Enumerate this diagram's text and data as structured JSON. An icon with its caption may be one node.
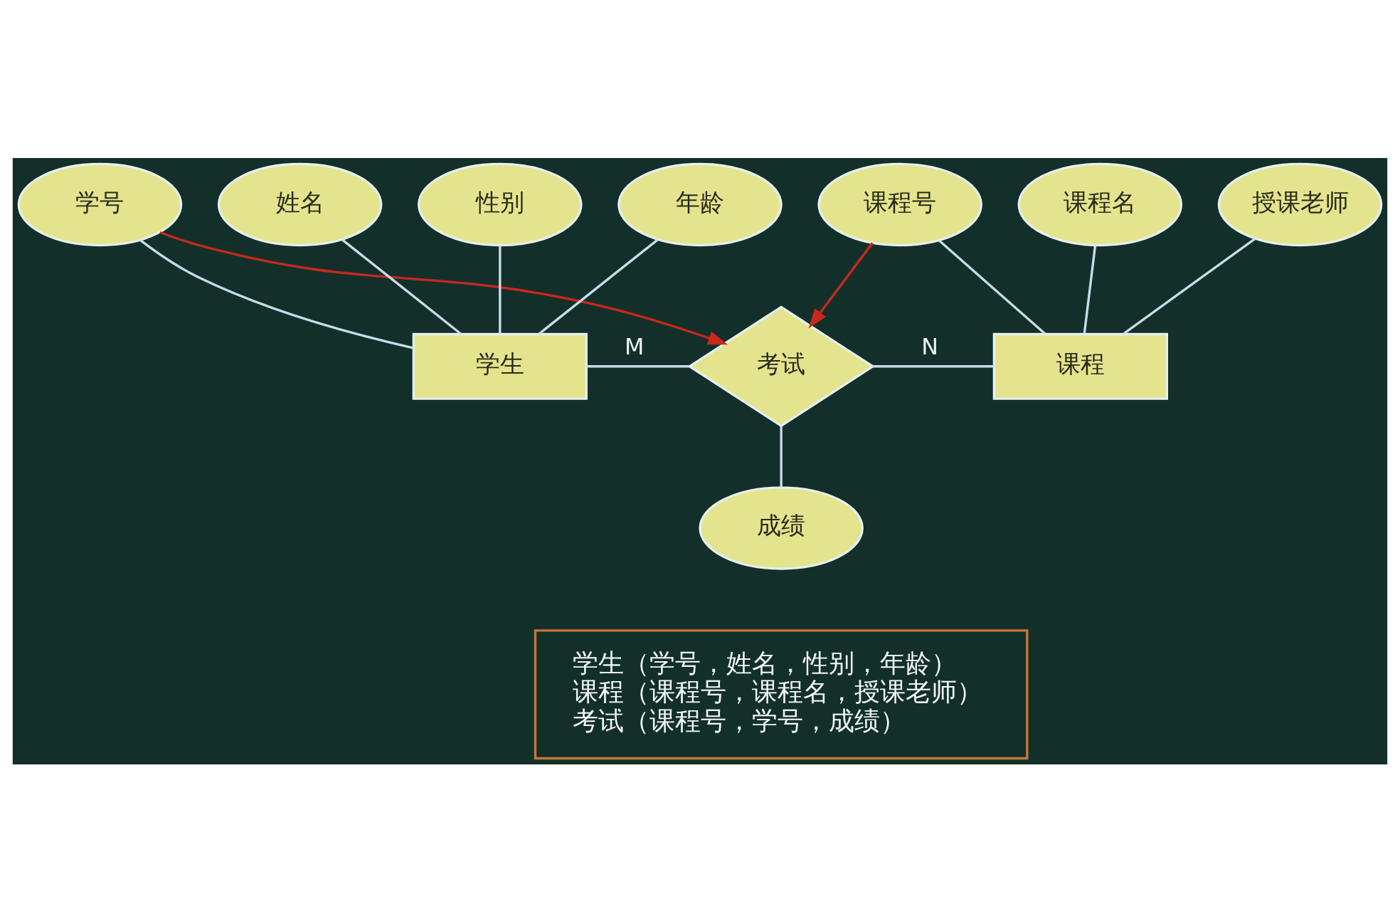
{
  "diagram": {
    "nodes": [
      {
        "text": [
          "学生"
        ]
      },
      {
        "text": [
          "学号"
        ]
      },
      {
        "text": [
          "姓名"
        ]
      },
      {
        "text": [
          "性别"
        ]
      },
      {
        "text": [
          "年龄"
        ]
      },
      {
        "text": [
          "考试"
        ]
      },
      {
        "text": [
          "成绩"
        ]
      },
      {
        "text": [
          "课程"
        ]
      },
      {
        "text": [
          "课程号"
        ]
      },
      {
        "text": [
          "课程名"
        ]
      },
      {
        "text": [
          "授课老师"
        ]
      },
      {
        "text": [
          "学生（学号，姓名，性别，年龄）",
          "课程（课程号，课程名，授课老师）",
          "考试（课程号，学号，成绩）"
        ]
      }
    ],
    "edges": [
      {
        "from": 1,
        "to": 0,
        "arrow": "none"
      },
      {
        "from": 2,
        "to": 0,
        "arrow": "none"
      },
      {
        "from": 3,
        "to": 0,
        "arrow": "none"
      },
      {
        "from": 4,
        "to": 0,
        "arrow": "none"
      },
      {
        "from": 0,
        "to": 5,
        "arrow": "none",
        "label": "M"
      },
      {
        "from": 5,
        "to": 7,
        "arrow": "none",
        "label": "N"
      },
      {
        "from": 5,
        "to": 6,
        "arrow": "none"
      },
      {
        "from": 8,
        "to": 7,
        "arrow": "none"
      },
      {
        "from": 9,
        "to": 7,
        "arrow": "none"
      },
      {
        "from": 10,
        "to": 7,
        "arrow": "none"
      },
      {
        "from": 1,
        "to": 5,
        "arrow": "to",
        "color": "#c8281e"
      },
      {
        "from": 8,
        "to": 5,
        "arrow": "to",
        "color": "#c8281e"
      }
    ]
  }
}
